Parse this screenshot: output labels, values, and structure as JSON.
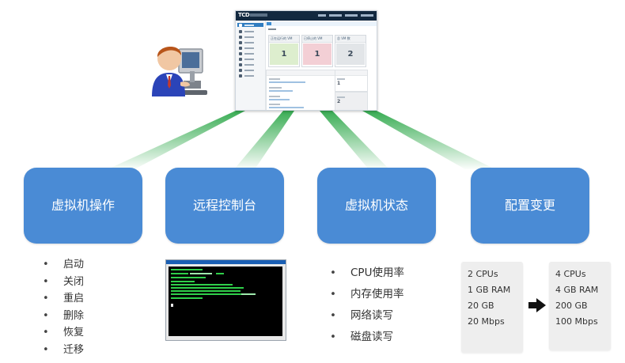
{
  "dashboard": {
    "logo": "TCD",
    "cards": [
      {
        "label": "正在运行的 VM",
        "value": "1",
        "accent": "#ddeece"
      },
      {
        "label": "已停止的 VM",
        "value": "1",
        "accent": "#f3cfd5"
      },
      {
        "label": "总 VM 数",
        "value": "2",
        "accent": "#e2e5e8"
      }
    ],
    "side_values": [
      "1",
      "2"
    ]
  },
  "categories": [
    {
      "label": "虚拟机操作"
    },
    {
      "label": "远程控制台"
    },
    {
      "label": "虚拟机状态"
    },
    {
      "label": "配置变更"
    }
  ],
  "vm_operations": [
    "启动",
    "关闭",
    "重启",
    "删除",
    "恢复",
    "迁移"
  ],
  "vm_status": [
    "CPU使用率",
    "内存使用率",
    "网络读写",
    "磁盘读写"
  ],
  "config": {
    "before": [
      "2 CPUs",
      "1 GB RAM",
      "20 GB",
      "20 Mbps"
    ],
    "after": [
      "4 CPUs",
      "4 GB RAM",
      "200 GB",
      "100 Mbps"
    ]
  },
  "colors": {
    "box_blue": "#4a8bd5",
    "ray_green": "#2ea84a",
    "header_dark": "#12283f"
  },
  "icons": {
    "user": "user-at-computer-icon",
    "arrow": "right-arrow-icon"
  }
}
